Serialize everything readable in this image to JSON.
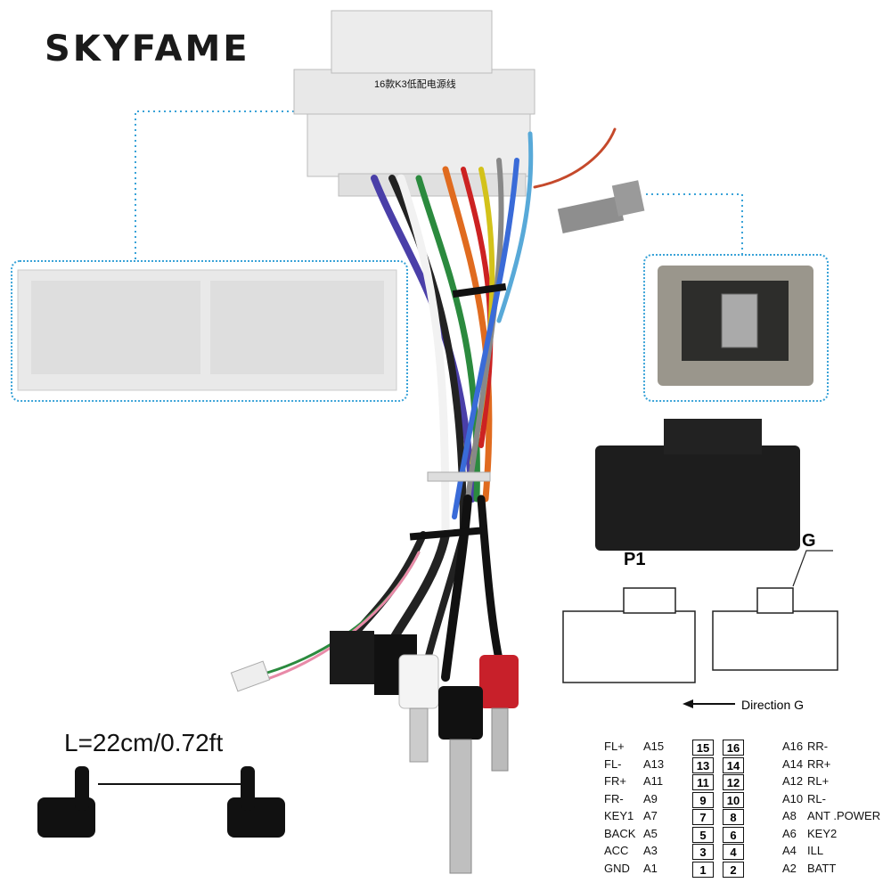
{
  "brand": "SKYFAME",
  "length": "L=22cm/0.72ft",
  "connector_label": "16款K3低配电源线",
  "p1_label": "P1",
  "g_label": "G",
  "direction_label": "Direction G",
  "pins": [
    {
      "l_name": "FL+",
      "l_code": "A15",
      "l_num": "15",
      "r_num": "16",
      "r_code": "A16",
      "r_name": "RR-"
    },
    {
      "l_name": "FL-",
      "l_code": "A13",
      "l_num": "13",
      "r_num": "14",
      "r_code": "A14",
      "r_name": "RR+"
    },
    {
      "l_name": "FR+",
      "l_code": "A11",
      "l_num": "11",
      "r_num": "12",
      "r_code": "A12",
      "r_name": "RL+"
    },
    {
      "l_name": "FR-",
      "l_code": "A9",
      "l_num": "9",
      "r_num": "10",
      "r_code": "A10",
      "r_name": "RL-"
    },
    {
      "l_name": "KEY1",
      "l_code": "A7",
      "l_num": "7",
      "r_num": "8",
      "r_code": "A8",
      "r_name": "ANT .POWER"
    },
    {
      "l_name": "BACK",
      "l_code": "A5",
      "l_num": "5",
      "r_num": "6",
      "r_code": "A6",
      "r_name": "KEY2"
    },
    {
      "l_name": "ACC",
      "l_code": "A3",
      "l_num": "3",
      "r_num": "4",
      "r_code": "A4",
      "r_name": "ILL"
    },
    {
      "l_name": "GND",
      "l_code": "A1",
      "l_num": "1",
      "r_num": "2",
      "r_code": "A2",
      "r_name": "BATT"
    }
  ]
}
